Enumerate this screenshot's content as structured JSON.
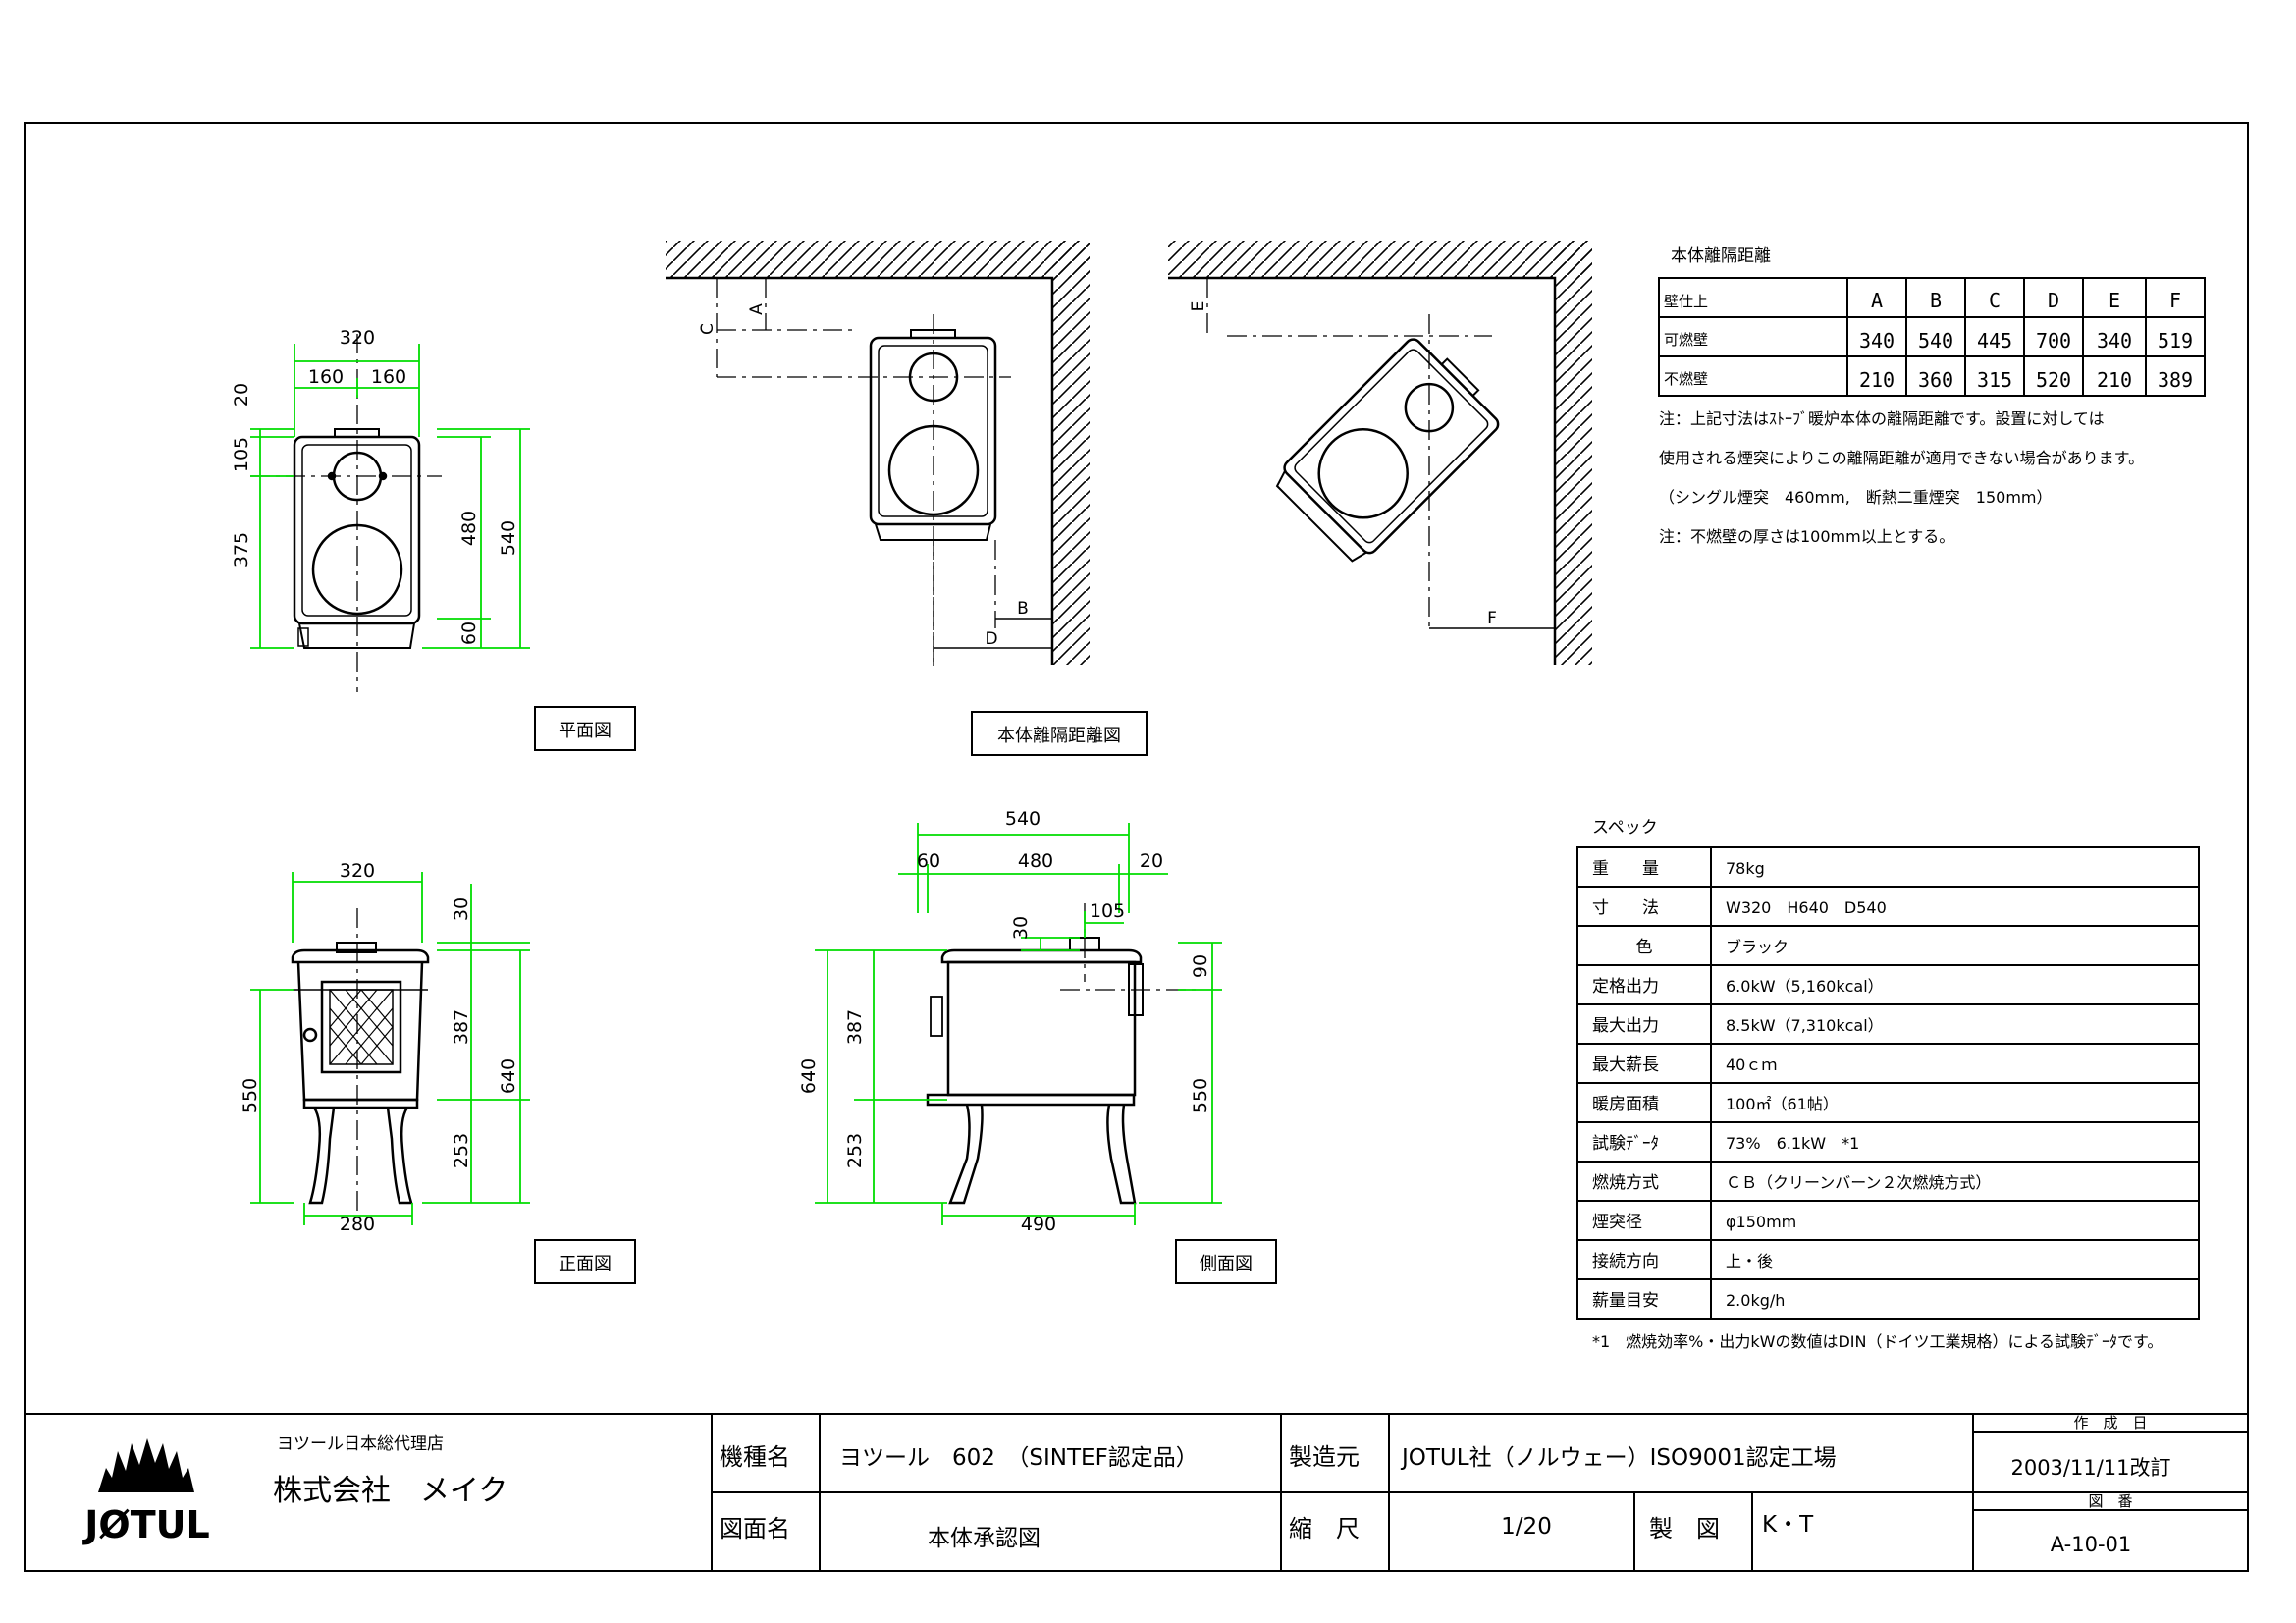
{
  "views": {
    "plan": {
      "label": "平面図",
      "dims": {
        "w": "320",
        "half1": "160",
        "half2": "160",
        "d20": "20",
        "d105": "105",
        "d375": "375",
        "d480": "480",
        "d540": "540",
        "d60": "60"
      }
    },
    "clearance": {
      "label": "本体離隔距離図",
      "letters": {
        "a": "A",
        "b": "B",
        "c": "C",
        "d": "D",
        "e": "E",
        "f": "F"
      }
    },
    "front": {
      "label": "正面図",
      "dims": {
        "w": "320",
        "top": "30",
        "h387": "387",
        "h640": "640",
        "h550": "550",
        "h253": "253",
        "base": "280"
      }
    },
    "side": {
      "label": "側面図",
      "dims": {
        "d540": "540",
        "d60": "60",
        "d480": "480",
        "d20": "20",
        "d30": "30",
        "d105": "105",
        "h640": "640",
        "h387": "387",
        "h253": "253",
        "h90": "90",
        "h550": "550",
        "base": "490"
      }
    }
  },
  "clearance_table": {
    "title": "本体離隔距離",
    "header": [
      "壁仕上",
      "A",
      "B",
      "C",
      "D",
      "E",
      "F"
    ],
    "rows": [
      [
        "可燃壁",
        "340",
        "540",
        "445",
        "700",
        "340",
        "519"
      ],
      [
        "不燃壁",
        "210",
        "360",
        "315",
        "520",
        "210",
        "389"
      ]
    ],
    "notes": [
      "注：上記寸法はｽﾄｰﾌﾞ暖炉本体の離隔距離です。設置に対しては",
      "使用される煙突によりこの離隔距離が適用できない場合があります。",
      "（シングル煙突　460mm,　断熱二重煙突　150mm）",
      "注：不燃壁の厚さは100mm以上とする。"
    ]
  },
  "spec": {
    "title": "スペック",
    "rows": [
      [
        "重　　量",
        "78kg"
      ],
      [
        "寸　　法",
        "W320　H640　D540"
      ],
      [
        "色",
        "ブラック"
      ],
      [
        "定格出力",
        "6.0kW（5,160kcal）"
      ],
      [
        "最大出力",
        "8.5kW（7,310kcal）"
      ],
      [
        "最大薪長",
        "40ｃｍ"
      ],
      [
        "暖房面積",
        "100㎡（61帖）"
      ],
      [
        "試験ﾃﾞｰﾀ",
        "73%　6.1kW　*1"
      ],
      [
        "燃焼方式",
        "ＣＢ（クリーンバーン２次燃焼方式）"
      ],
      [
        "煙突径",
        "φ150mm"
      ],
      [
        "接続方向",
        "上・後"
      ],
      [
        "薪量目安",
        "2.0kg/h"
      ]
    ],
    "footnote": "*1　燃焼効率%・出力kWの数値はDIN（ドイツ工業規格）による試験ﾃﾞｰﾀです。"
  },
  "title_block": {
    "logo": "JØTUL",
    "dealer": "ヨツール日本総代理店",
    "company": "株式会社　メイク",
    "model_label": "機種名",
    "model": "ヨツール　602　（SINTEF認定品）",
    "maker_label": "製造元",
    "maker": "JOTUL社（ノルウェー）ISO9001認定工場",
    "drawing_name_label": "図面名",
    "drawing_name": "本体承認図",
    "scale_label": "縮　尺",
    "scale": "1/20",
    "drafter_label": "製　図",
    "drafter": "K・T",
    "date_label": "作　成　日",
    "date": "2003/11/11改訂",
    "number_label": "図　番",
    "number": "A-10-01"
  },
  "colors": {
    "dimension": "#00dd00",
    "line": "#000000"
  }
}
